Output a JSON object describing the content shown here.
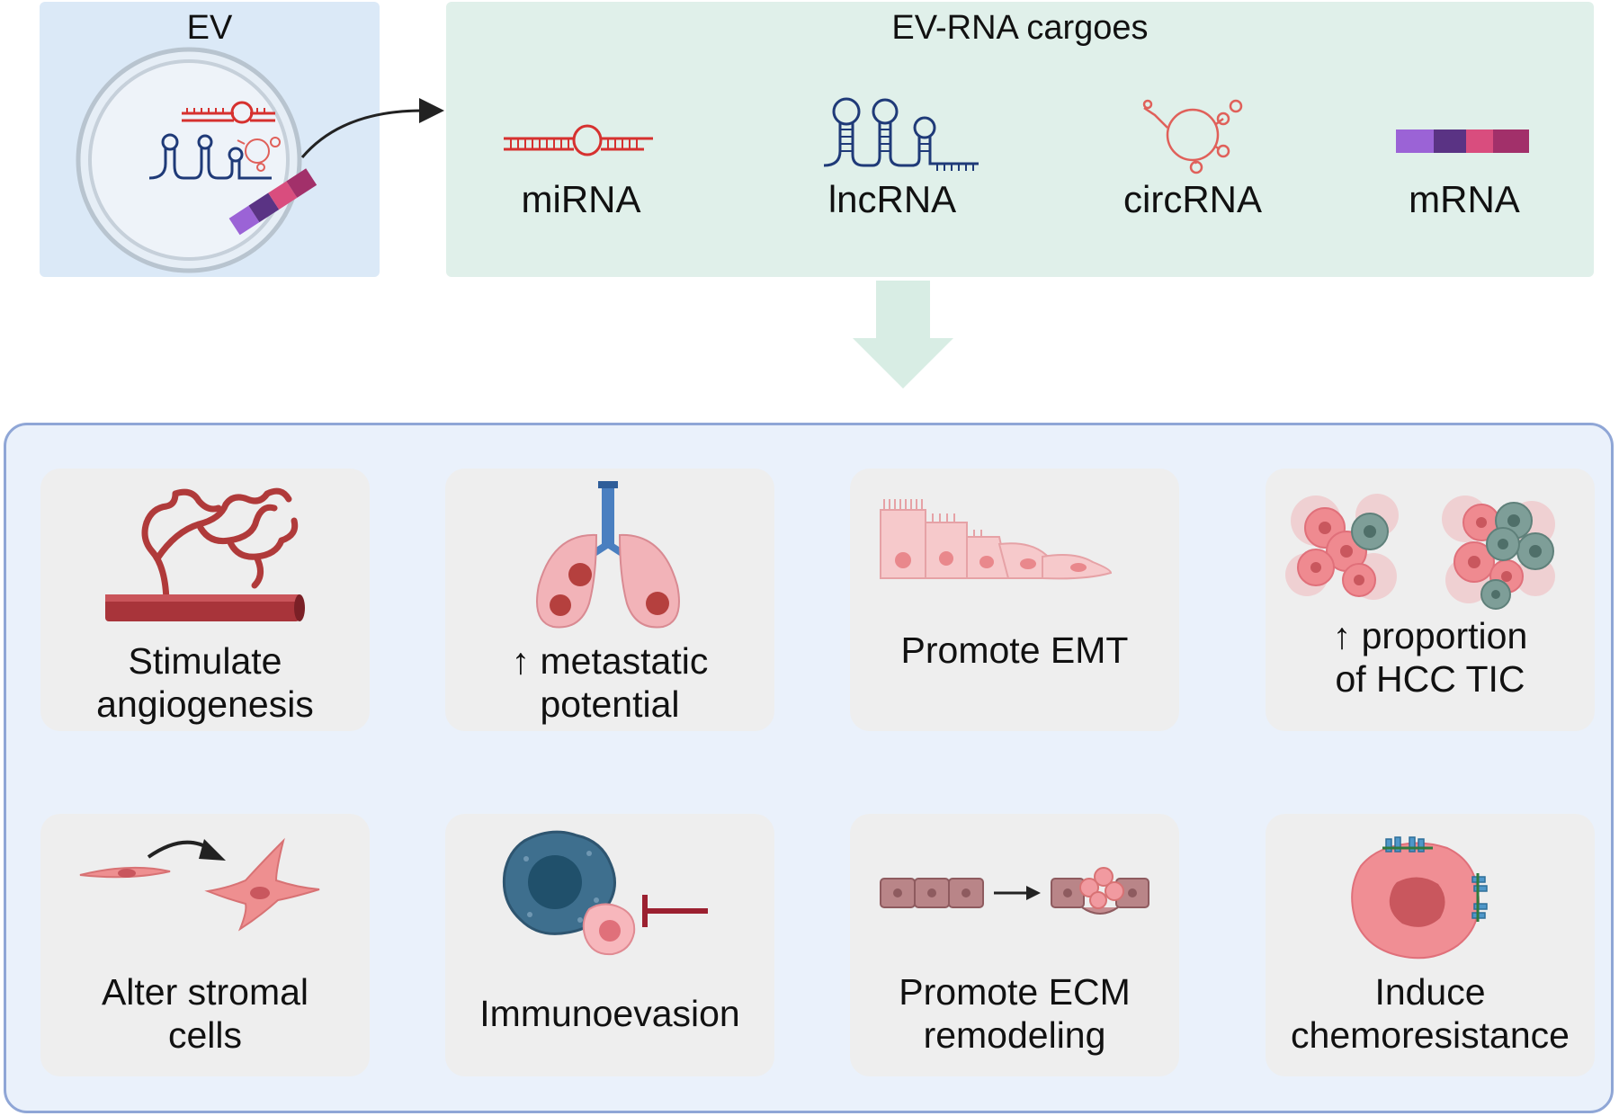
{
  "ev_panel": {
    "title": "EV"
  },
  "cargo_panel": {
    "title": "EV-RNA cargoes",
    "items": [
      {
        "label": "miRNA",
        "icon": "mirna-hairpin-icon",
        "color": "#d6312f"
      },
      {
        "label": "lncRNA",
        "icon": "lncrna-stemloops-icon",
        "color": "#1f3a78"
      },
      {
        "label": "circRNA",
        "icon": "circrna-ring-icon",
        "color": "#e0605a"
      },
      {
        "label": "mRNA",
        "icon": "mrna-bar-icon",
        "color": "#a2306a"
      }
    ]
  },
  "effects_panel": {
    "cards": [
      {
        "label_lines": [
          "Stimulate",
          "angiogenesis"
        ],
        "icon": "blood-vessel-icon"
      },
      {
        "label_lines": [
          "↑  metastatic",
          "potential"
        ],
        "icon": "lungs-icon"
      },
      {
        "label_lines": [
          "Promote EMT"
        ],
        "icon": "emt-cells-icon"
      },
      {
        "label_lines": [
          "↑   proportion",
          "of HCC TIC"
        ],
        "icon": "tumor-cell-cluster-icon"
      },
      {
        "label_lines": [
          "Alter stromal",
          "cells"
        ],
        "icon": "fibroblast-activation-icon"
      },
      {
        "label_lines": [
          "Immunoevasion"
        ],
        "icon": "immune-cell-inhibition-icon"
      },
      {
        "label_lines": [
          "Promote ECM",
          "remodeling"
        ],
        "icon": "ecm-remodeling-icon"
      },
      {
        "label_lines": [
          "Induce",
          "chemoresistance"
        ],
        "icon": "chemoresistant-cell-icon"
      }
    ]
  },
  "colors": {
    "ev_panel_bg": "#dbe9f7",
    "cargo_panel_bg": "#e0f0ea",
    "effects_panel_bg": "#eaf1fb",
    "effects_panel_border": "#8fa6d6",
    "card_bg": "#eeeeee",
    "big_arrow": "#d8ede4"
  }
}
